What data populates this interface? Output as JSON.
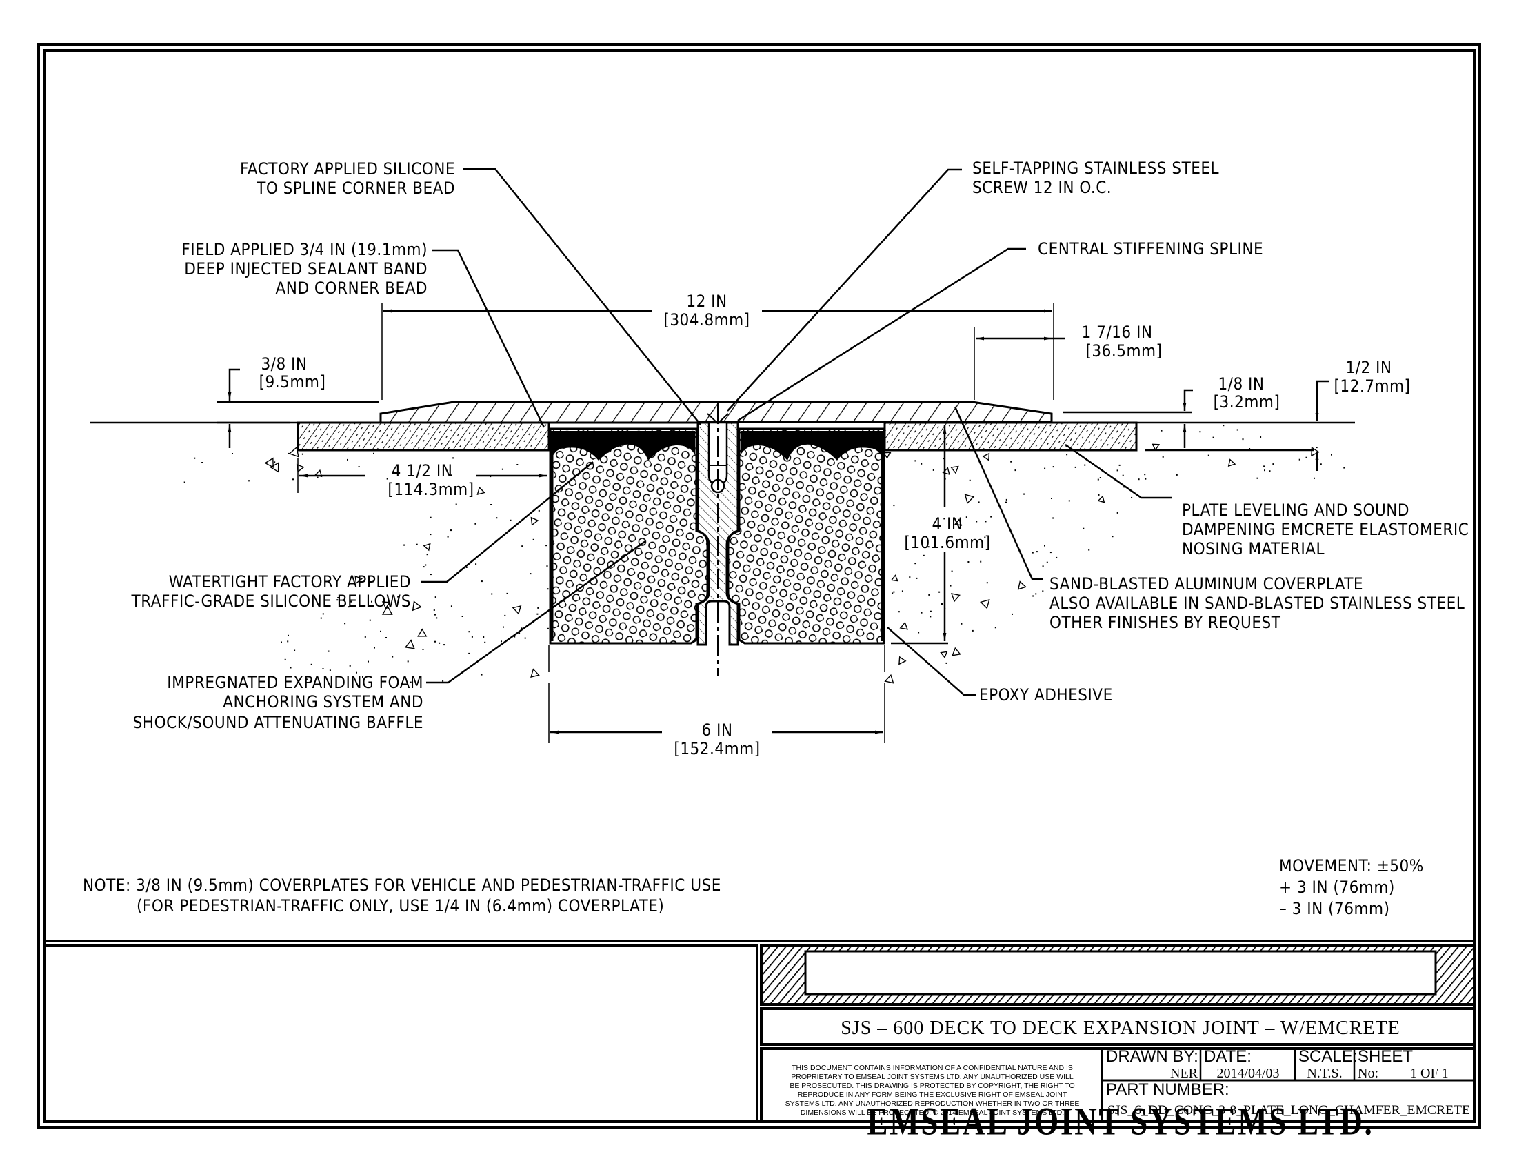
{
  "callouts": {
    "factory_silicone": [
      "FACTORY APPLIED SILICONE",
      "TO SPLINE CORNER BEAD"
    ],
    "field_sealant": [
      "FIELD APPLIED 3/4 IN (19.1mm)",
      "DEEP INJECTED SEALANT BAND",
      "AND CORNER BEAD"
    ],
    "screw": [
      "SELF-TAPPING STAINLESS STEEL",
      "SCREW 12 IN O.C."
    ],
    "spline": [
      "CENTRAL STIFFENING SPLINE"
    ],
    "bellows": [
      "WATERTIGHT FACTORY APPLIED",
      "TRAFFIC-GRADE SILICONE BELLOWS"
    ],
    "foam": [
      "IMPREGNATED EXPANDING FOAM",
      "ANCHORING SYSTEM AND",
      "SHOCK/SOUND ATTENUATING BAFFLE"
    ],
    "nosing": [
      "PLATE LEVELING AND SOUND",
      "DAMPENING EMCRETE ELASTOMERIC",
      "NOSING MATERIAL"
    ],
    "coverplate": [
      "SAND-BLASTED ALUMINUM COVERPLATE",
      "ALSO AVAILABLE IN SAND-BLASTED STAINLESS STEEL",
      "OTHER FINISHES BY REQUEST"
    ],
    "epoxy": [
      "EPOXY ADHESIVE"
    ]
  },
  "dimensions": {
    "plate_width": [
      "12 IN",
      "[304.8mm]"
    ],
    "chamfer": [
      "1 7/16 IN",
      "[36.5mm]"
    ],
    "plate_thickness": [
      "3/8 IN",
      "[9.5mm]"
    ],
    "plate_offset": [
      "1/8 IN",
      "[3.2mm]"
    ],
    "nosing_depth": [
      "1/2 IN",
      "[12.7mm]"
    ],
    "nosing_width": [
      "4 1/2 IN",
      "[114.3mm]"
    ],
    "foam_depth": [
      "4 IN",
      "[101.6mm]"
    ],
    "joint_width": [
      "6 IN",
      "[152.4mm]"
    ]
  },
  "notes": {
    "line1": "NOTE: 3/8 IN (9.5mm) COVERPLATES FOR VEHICLE AND PEDESTRIAN-TRAFFIC USE",
    "line2": "(FOR PEDESTRIAN-TRAFFIC ONLY, USE 1/4 IN (6.4mm) COVERPLATE)"
  },
  "movement": {
    "title": "MOVEMENT: ±50%",
    "plus": "+ 3 IN (76mm)",
    "minus": "– 3 IN (76mm)"
  },
  "title_block": {
    "company": "EMSEAL JOINT SYSTEMS LTD.",
    "drawing_title": "SJS – 600 DECK TO DECK EXPANSION JOINT – W/EMCRETE",
    "disclaimer": [
      "THIS DOCUMENT CONTAINS INFORMATION OF A CONFIDENTIAL NATURE AND IS",
      "PROPRIETARY TO EMSEAL JOINT SYSTEMS LTD. ANY UNAUTHORIZED USE WILL",
      "BE PROSECUTED. THIS DRAWING IS PROTECTED BY COPYRIGHT, THE RIGHT TO",
      "REPRODUCE IN ANY FORM BEING THE EXCLUSIVE RIGHT OF EMSEAL JOINT",
      "SYSTEMS LTD. ANY UNAUTHORIZED REPRODUCTION WHETHER IN TWO OR THREE",
      "DIMENSIONS WILL BE PROSECUTED. © 2014 EMSEAL JOINT SYSTEMS LTD."
    ],
    "drawn_by_label": "DRAWN BY:",
    "drawn_by": "NER",
    "date_label": "DATE:",
    "date": "2014/04/03",
    "scale_label": "SCALE:",
    "scale": "N.T.S.",
    "sheet_label": "SHEET",
    "sheet_no_label": "No:",
    "sheet": "1 OF 1",
    "part_number_label": "PART NUMBER:",
    "part_number": "SJS_6_DD_CONC_3-8_PLATE_LONG_CHAMFER_EMCRETE"
  }
}
